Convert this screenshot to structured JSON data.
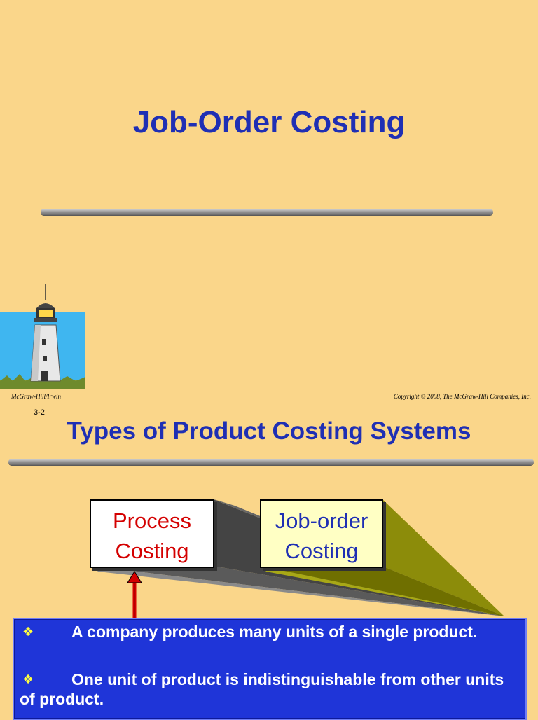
{
  "slide1": {
    "title": "Job-Order Costing"
  },
  "footer": {
    "publisher": "McGraw-Hill/Irwin",
    "copyright": "Copyright © 2008, The McGraw-Hill Companies, Inc."
  },
  "slide2": {
    "slide_number": "3-2",
    "title": "Types of Product Costing Systems",
    "boxes": {
      "process": {
        "line1": "Process",
        "line2": "Costing"
      },
      "job_order": {
        "line1": "Job-order",
        "line2": "Costing"
      }
    },
    "bullets": [
      {
        "marker": "❖",
        "text": "A company produces many units of a single product."
      },
      {
        "marker": "❖",
        "text": "One unit of product is indistinguishable from other units of product."
      }
    ]
  },
  "colors": {
    "background": "#fad68a",
    "title": "#1f2fb4",
    "process_text": "#d40000",
    "panel": "#1f35d8",
    "bullet_marker": "#ffff40"
  },
  "icons": {
    "lighthouse": "lighthouse-clipart",
    "bullet": "diamond-bullet-icon",
    "arrow": "up-arrow-icon"
  }
}
